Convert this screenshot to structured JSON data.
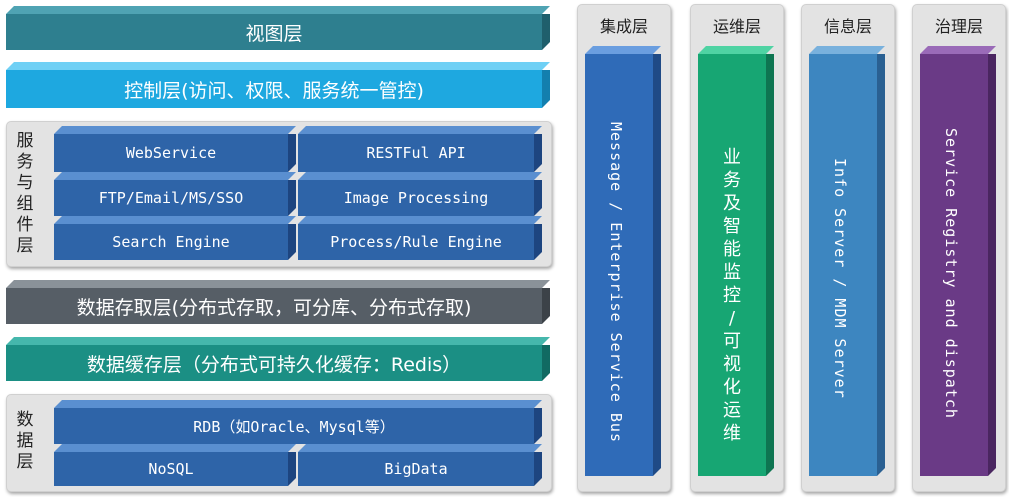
{
  "layers": {
    "view": "视图层",
    "control": "控制层(访问、权限、服务统一管控)",
    "service_label": "服务与组件层",
    "service_items": [
      "WebService",
      "RESTFul API",
      "FTP/Email/MS/SSO",
      "Image Processing",
      "Search Engine",
      "Process/Rule Engine"
    ],
    "data_access": "数据存取层(分布式存取，可分库、分布式存取)",
    "data_cache": "数据缓存层（分布式可持久化缓存：Redis）",
    "data_label": "数据层",
    "data_items": [
      "RDB（如Oracle、Mysql等）",
      "NoSQL",
      "BigData"
    ]
  },
  "columns": [
    {
      "title": "集成层",
      "text": "Message / Enterprise Service Bus"
    },
    {
      "title": "运维层",
      "text": "业务及智能监控 / 可视化运维"
    },
    {
      "title": "信息层",
      "text": "Info Server / MDM Server"
    },
    {
      "title": "治理层",
      "text": "Service Registry and dispatch"
    }
  ],
  "colors": {
    "view": "#2e7f8f",
    "control": "#1ea8e0",
    "service_btn": "#2e64a8",
    "data_access": "#565e66",
    "data_cache": "#1b8f84",
    "data_btn": "#2e64a8",
    "col_integration": "#2f6bb8",
    "col_ops": "#17a673",
    "col_info": "#3d86c0",
    "col_gov": "#6a3a86"
  }
}
